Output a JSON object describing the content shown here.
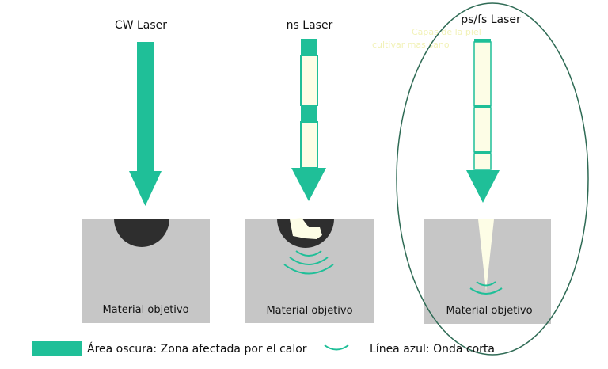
{
  "panels": [
    {
      "title": "CW Laser",
      "material_label": "Material objetivo"
    },
    {
      "title": "ns Laser",
      "material_label": "Material objetivo"
    },
    {
      "title": "ps/fs Laser",
      "material_label": "Material objetivo"
    }
  ],
  "faint_note": {
    "line1": "Capas de la piel",
    "line2": "cultivar mas sano"
  },
  "legend": {
    "area_label": "Área oscura: Zona afectada por el calor",
    "wave_label": "Línea azul: Onda corta"
  },
  "colors": {
    "teal": "#1fbf98",
    "pale_yellow": "#fdfde6",
    "material_gray": "#c6c6c6",
    "dark_zone": "#2e2e2e",
    "ellipse": "#2f6b55",
    "faint_text": "#f2f2b8"
  }
}
